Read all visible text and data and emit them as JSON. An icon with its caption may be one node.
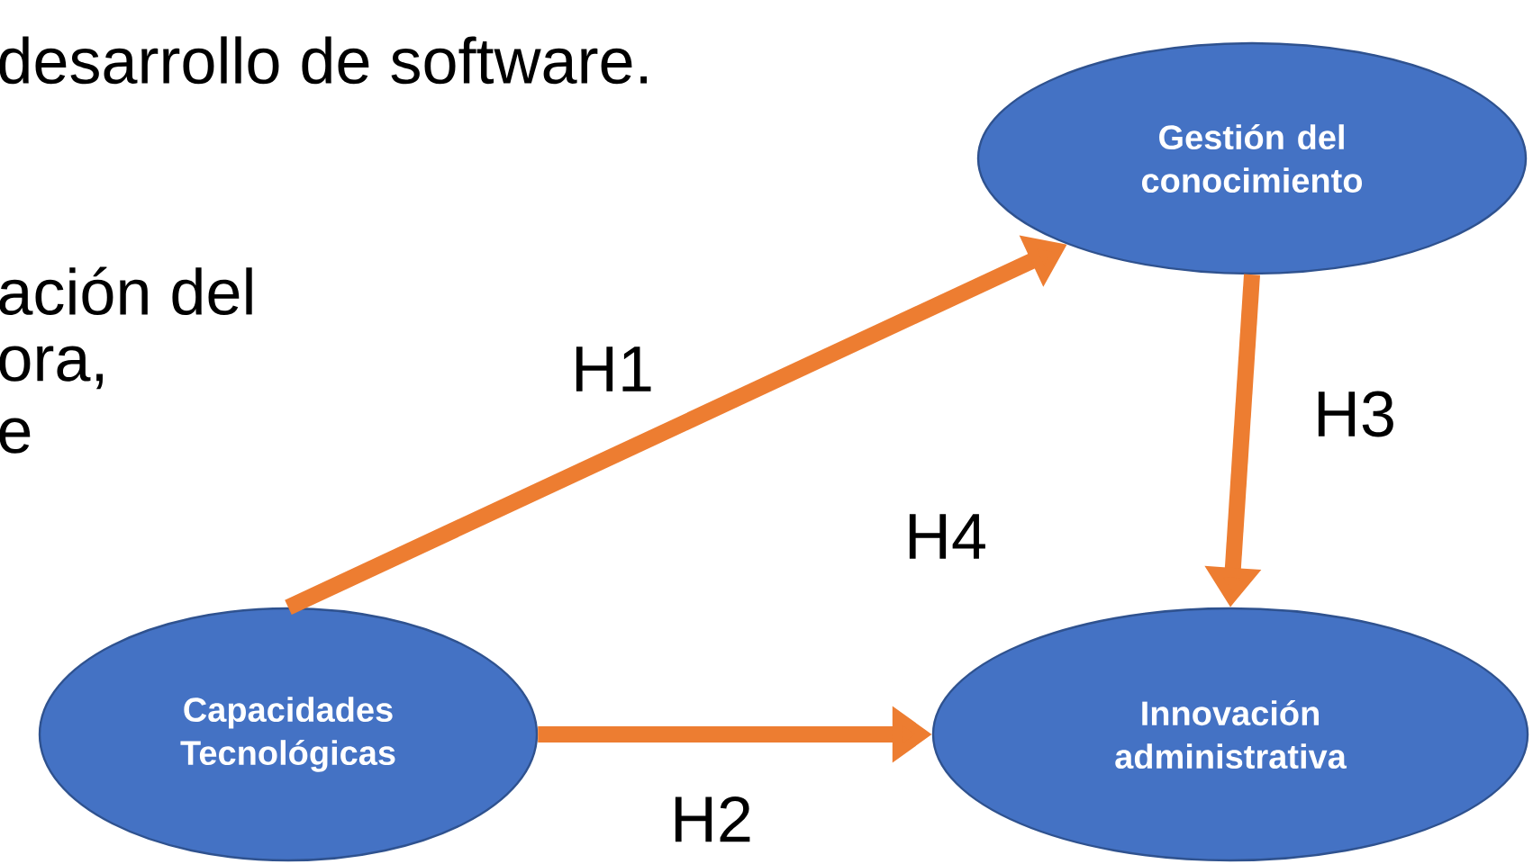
{
  "diagram": {
    "nodes": [
      {
        "text": [
          "Gestión del conocimiento"
        ]
      },
      {
        "text": [
          "Innovación administrativa"
        ]
      },
      {
        "text": [
          "Capacidades Tecnológicas"
        ]
      }
    ],
    "edges": [
      {
        "from": 2,
        "to": 0,
        "arrow": "to",
        "label": "H1"
      },
      {
        "from": 2,
        "to": 1,
        "arrow": "to",
        "label": "H2"
      },
      {
        "from": 0,
        "to": 1,
        "arrow": "to",
        "label": "H3"
      }
    ],
    "labels": [
      "desarrollo de software.",
      "ación del",
      "ora,",
      "e",
      "H4"
    ]
  }
}
